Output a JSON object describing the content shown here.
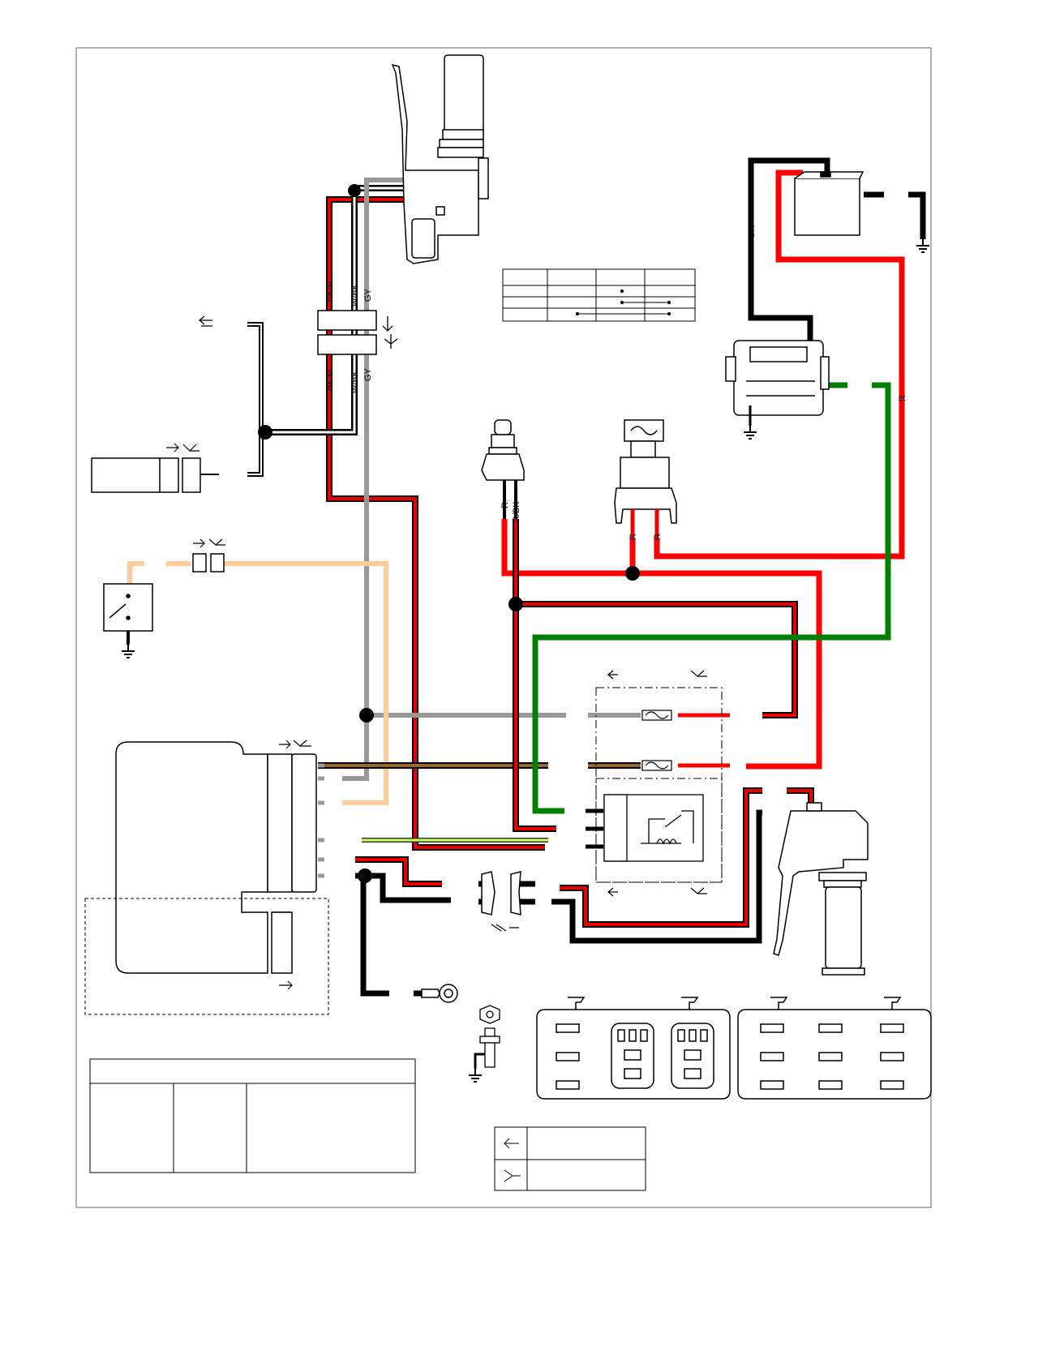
{
  "wire_labels": {
    "bkr_top": "BK/R",
    "wbk_top": "W/BK",
    "gy_top": "GY",
    "bkr_low": "BK/R",
    "wbk_low": "W/BK",
    "gy_low": "GY",
    "bk_battery": "BK",
    "r_starter": "R",
    "r_key": "R",
    "rbk_key": "R/BK",
    "r_fuse_left": "R",
    "r_fuse_right": "R"
  },
  "colors": {
    "black": "#000000",
    "red": "#ff0000",
    "gray": "#999999",
    "green": "#008000",
    "tan": "#ffcc99",
    "brown": "#996633",
    "yellow": "#ccff66"
  }
}
